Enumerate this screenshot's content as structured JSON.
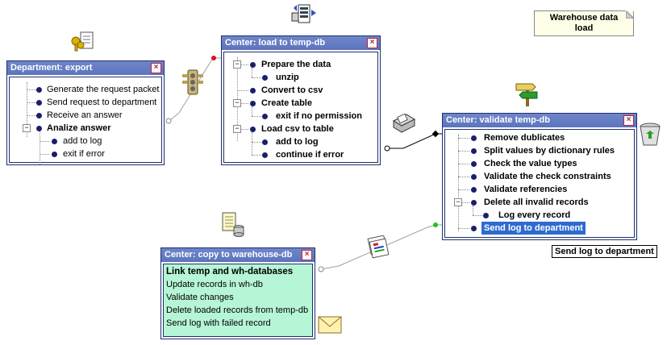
{
  "note": {
    "line1": "Warehouse data",
    "line2": "load"
  },
  "tooltip": "Send log to department",
  "close_glyph": "×",
  "tree_glyph_minus": "−",
  "panels": {
    "department_export": {
      "title": "Department: export",
      "items": [
        "Generate the request packet",
        "Send request to department",
        "Receive an answer",
        "Analize answer",
        "add to log",
        "exit if error"
      ]
    },
    "load_temp_db": {
      "title": "Center: load to temp-db",
      "items": [
        "Prepare the data",
        "unzip",
        "Convert to csv",
        "Create table",
        "exit if no permission",
        "Load csv to table",
        "add to log",
        "continue if error"
      ]
    },
    "validate_temp_db": {
      "title": "Center: validate temp-db",
      "items": [
        "Remove dublicates",
        "Split values by dictionary rules",
        "Check the value types",
        "Validate the check constraints",
        "Validate referencies",
        "Delete all invalid records",
        "Log every record",
        "Send log to department"
      ]
    },
    "copy_warehouse": {
      "title": "Center: copy to warehouse-db",
      "items": [
        "Link temp and wh-databases",
        "Update records in wh-db",
        "Validate changes",
        "Delete loaded records from temp-db",
        "Send log with failed record"
      ]
    }
  },
  "colors": {
    "title_bar": "#5c74bd",
    "dot": "#1a1f6b",
    "connector_red": "#e01010",
    "connector_green": "#22c222",
    "copy_panel_bg": "#b6f5d6",
    "selection": "#2e6bd0"
  },
  "icons": [
    "keys-document-icon",
    "traffic-light-icon",
    "computer-document-icon",
    "trash-can-icon",
    "signpost-icon",
    "folder-tray-icon",
    "filing-cabinet-icon",
    "spreadsheet-sheets-icon",
    "envelope-icon"
  ]
}
